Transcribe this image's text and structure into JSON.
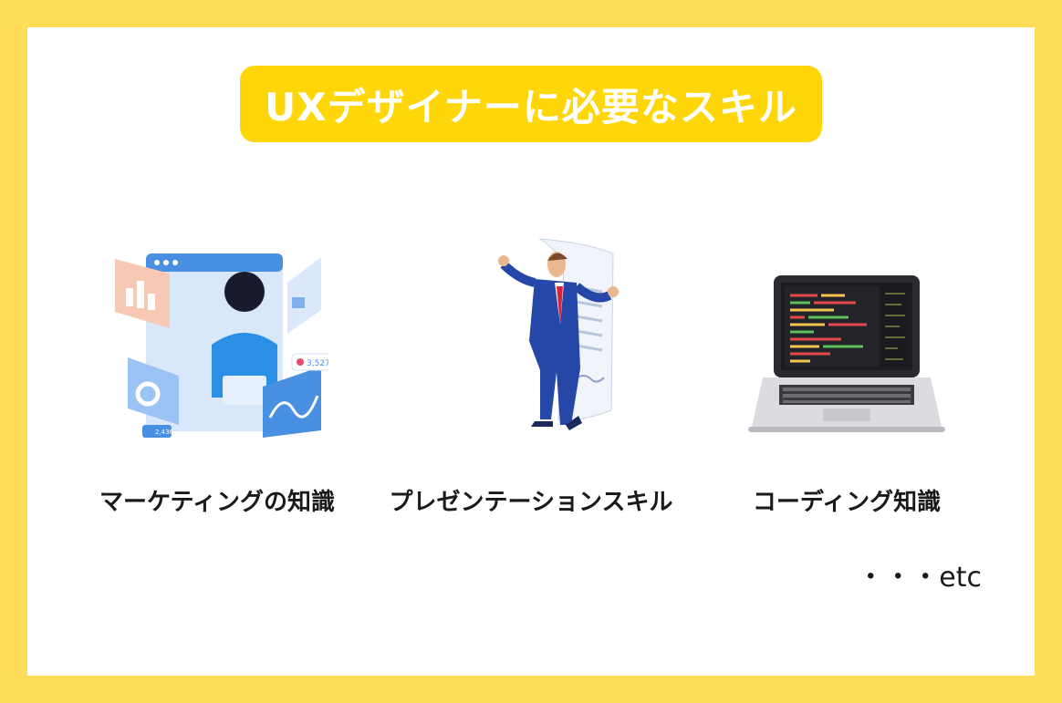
{
  "title": "UXデザイナーに必要なスキル",
  "skills": [
    {
      "label": "マーケティングの知識",
      "icon": "marketing-analytics-icon"
    },
    {
      "label": "プレゼンテーションスキル",
      "icon": "presenter-businessman-icon"
    },
    {
      "label": "コーディング知識",
      "icon": "laptop-code-icon"
    }
  ],
  "marketing_badge_count": "3,527",
  "marketing_like_count": "2,436",
  "etc": "・・・etc",
  "colors": {
    "frame": "#FFDD5A",
    "title_bg": "#FFD60A",
    "title_text": "#FFFFFF",
    "text": "#1A1A1A"
  }
}
